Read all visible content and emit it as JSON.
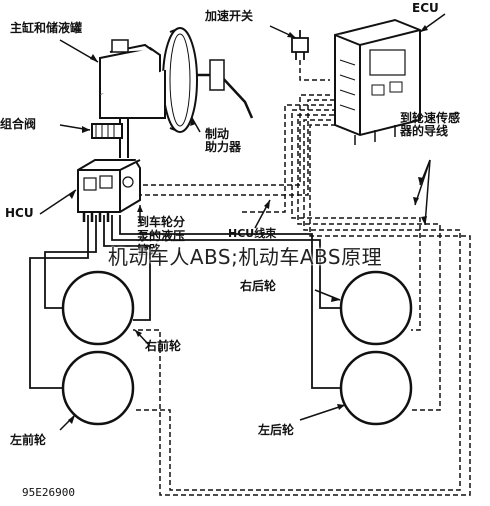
{
  "labels": {
    "master_cylinder": "主缸和储液罐",
    "accel_switch": "加速开关",
    "ecu": "ECU",
    "combination_valve": "组合阀",
    "brake_booster": "制动\n助力器",
    "sensor_wires": "到轮速传感\n器的导线",
    "hcu": "HCU",
    "to_wheel_line1": "到车轮分",
    "to_wheel_line2": "泵的液压",
    "to_wheel_line3": "管路",
    "hcu_harness": "HCU线束",
    "right_rear": "右后轮",
    "right_front": "右前轮",
    "left_front": "左前轮",
    "left_rear": "左后轮",
    "figure_code": "95E26900"
  },
  "overlay_title": "机动车人ABS;机动车ABS原理"
}
